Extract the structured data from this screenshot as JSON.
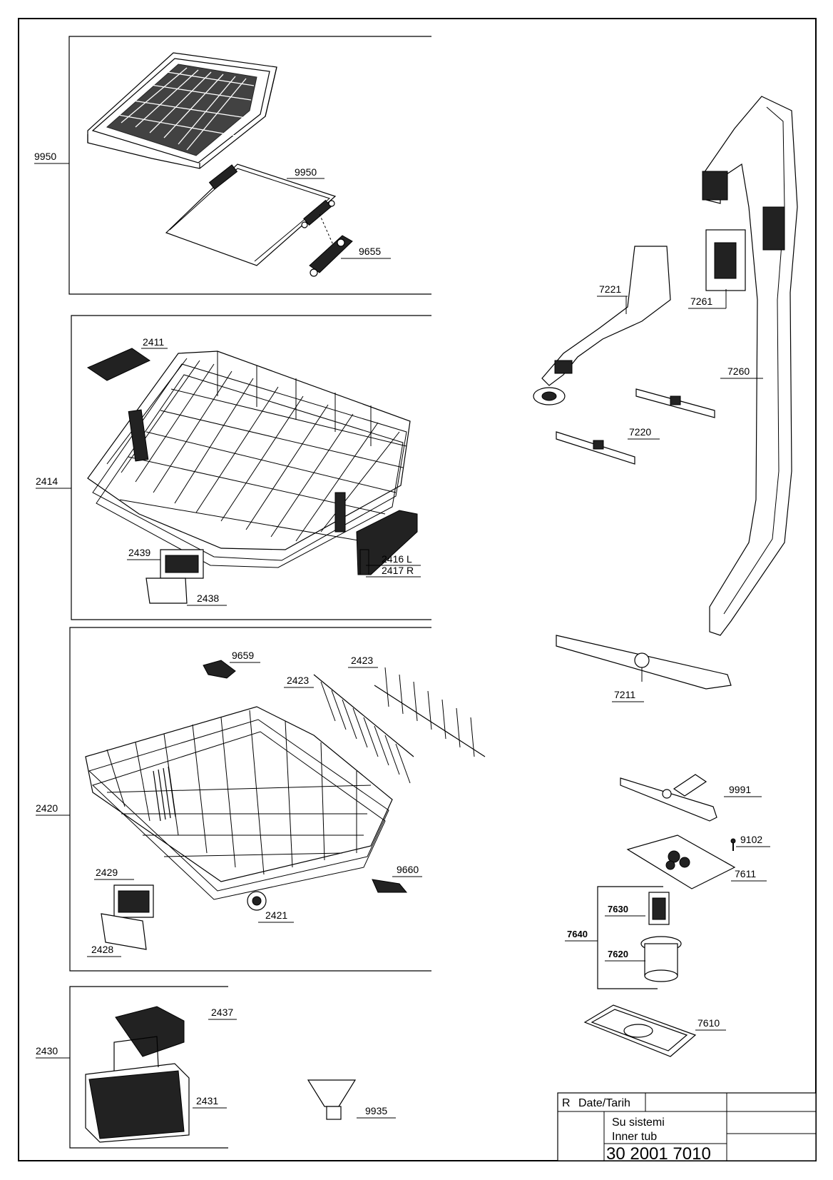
{
  "title_block": {
    "rev_label": "R",
    "date_label": "Date/Tarih",
    "description_tr": "Su sistemi",
    "description_en": "Inner tub",
    "drawing_number": "30 2001 7010"
  },
  "panels": {
    "top_tray": {
      "group_label": "9950",
      "parts": [
        "9950",
        "9655"
      ]
    },
    "upper_basket": {
      "group_label": "2414",
      "parts": [
        "2411",
        "2439",
        "2438",
        "2416 L",
        "2417 R"
      ]
    },
    "lower_basket": {
      "group_label": "2420",
      "parts": [
        "9659",
        "2423",
        "2423",
        "2429",
        "2428",
        "2421",
        "9660"
      ]
    },
    "cutlery": {
      "group_label": "2430",
      "parts": [
        "2437",
        "2431"
      ]
    }
  },
  "loose_parts": {
    "funnel": "9935",
    "spray_system": [
      "7221",
      "7261",
      "7260",
      "7220",
      "7211",
      "9991",
      "9102",
      "7611",
      "7610"
    ],
    "filter_group": {
      "group_label": "7640",
      "parts": [
        "7630",
        "7620"
      ]
    }
  }
}
